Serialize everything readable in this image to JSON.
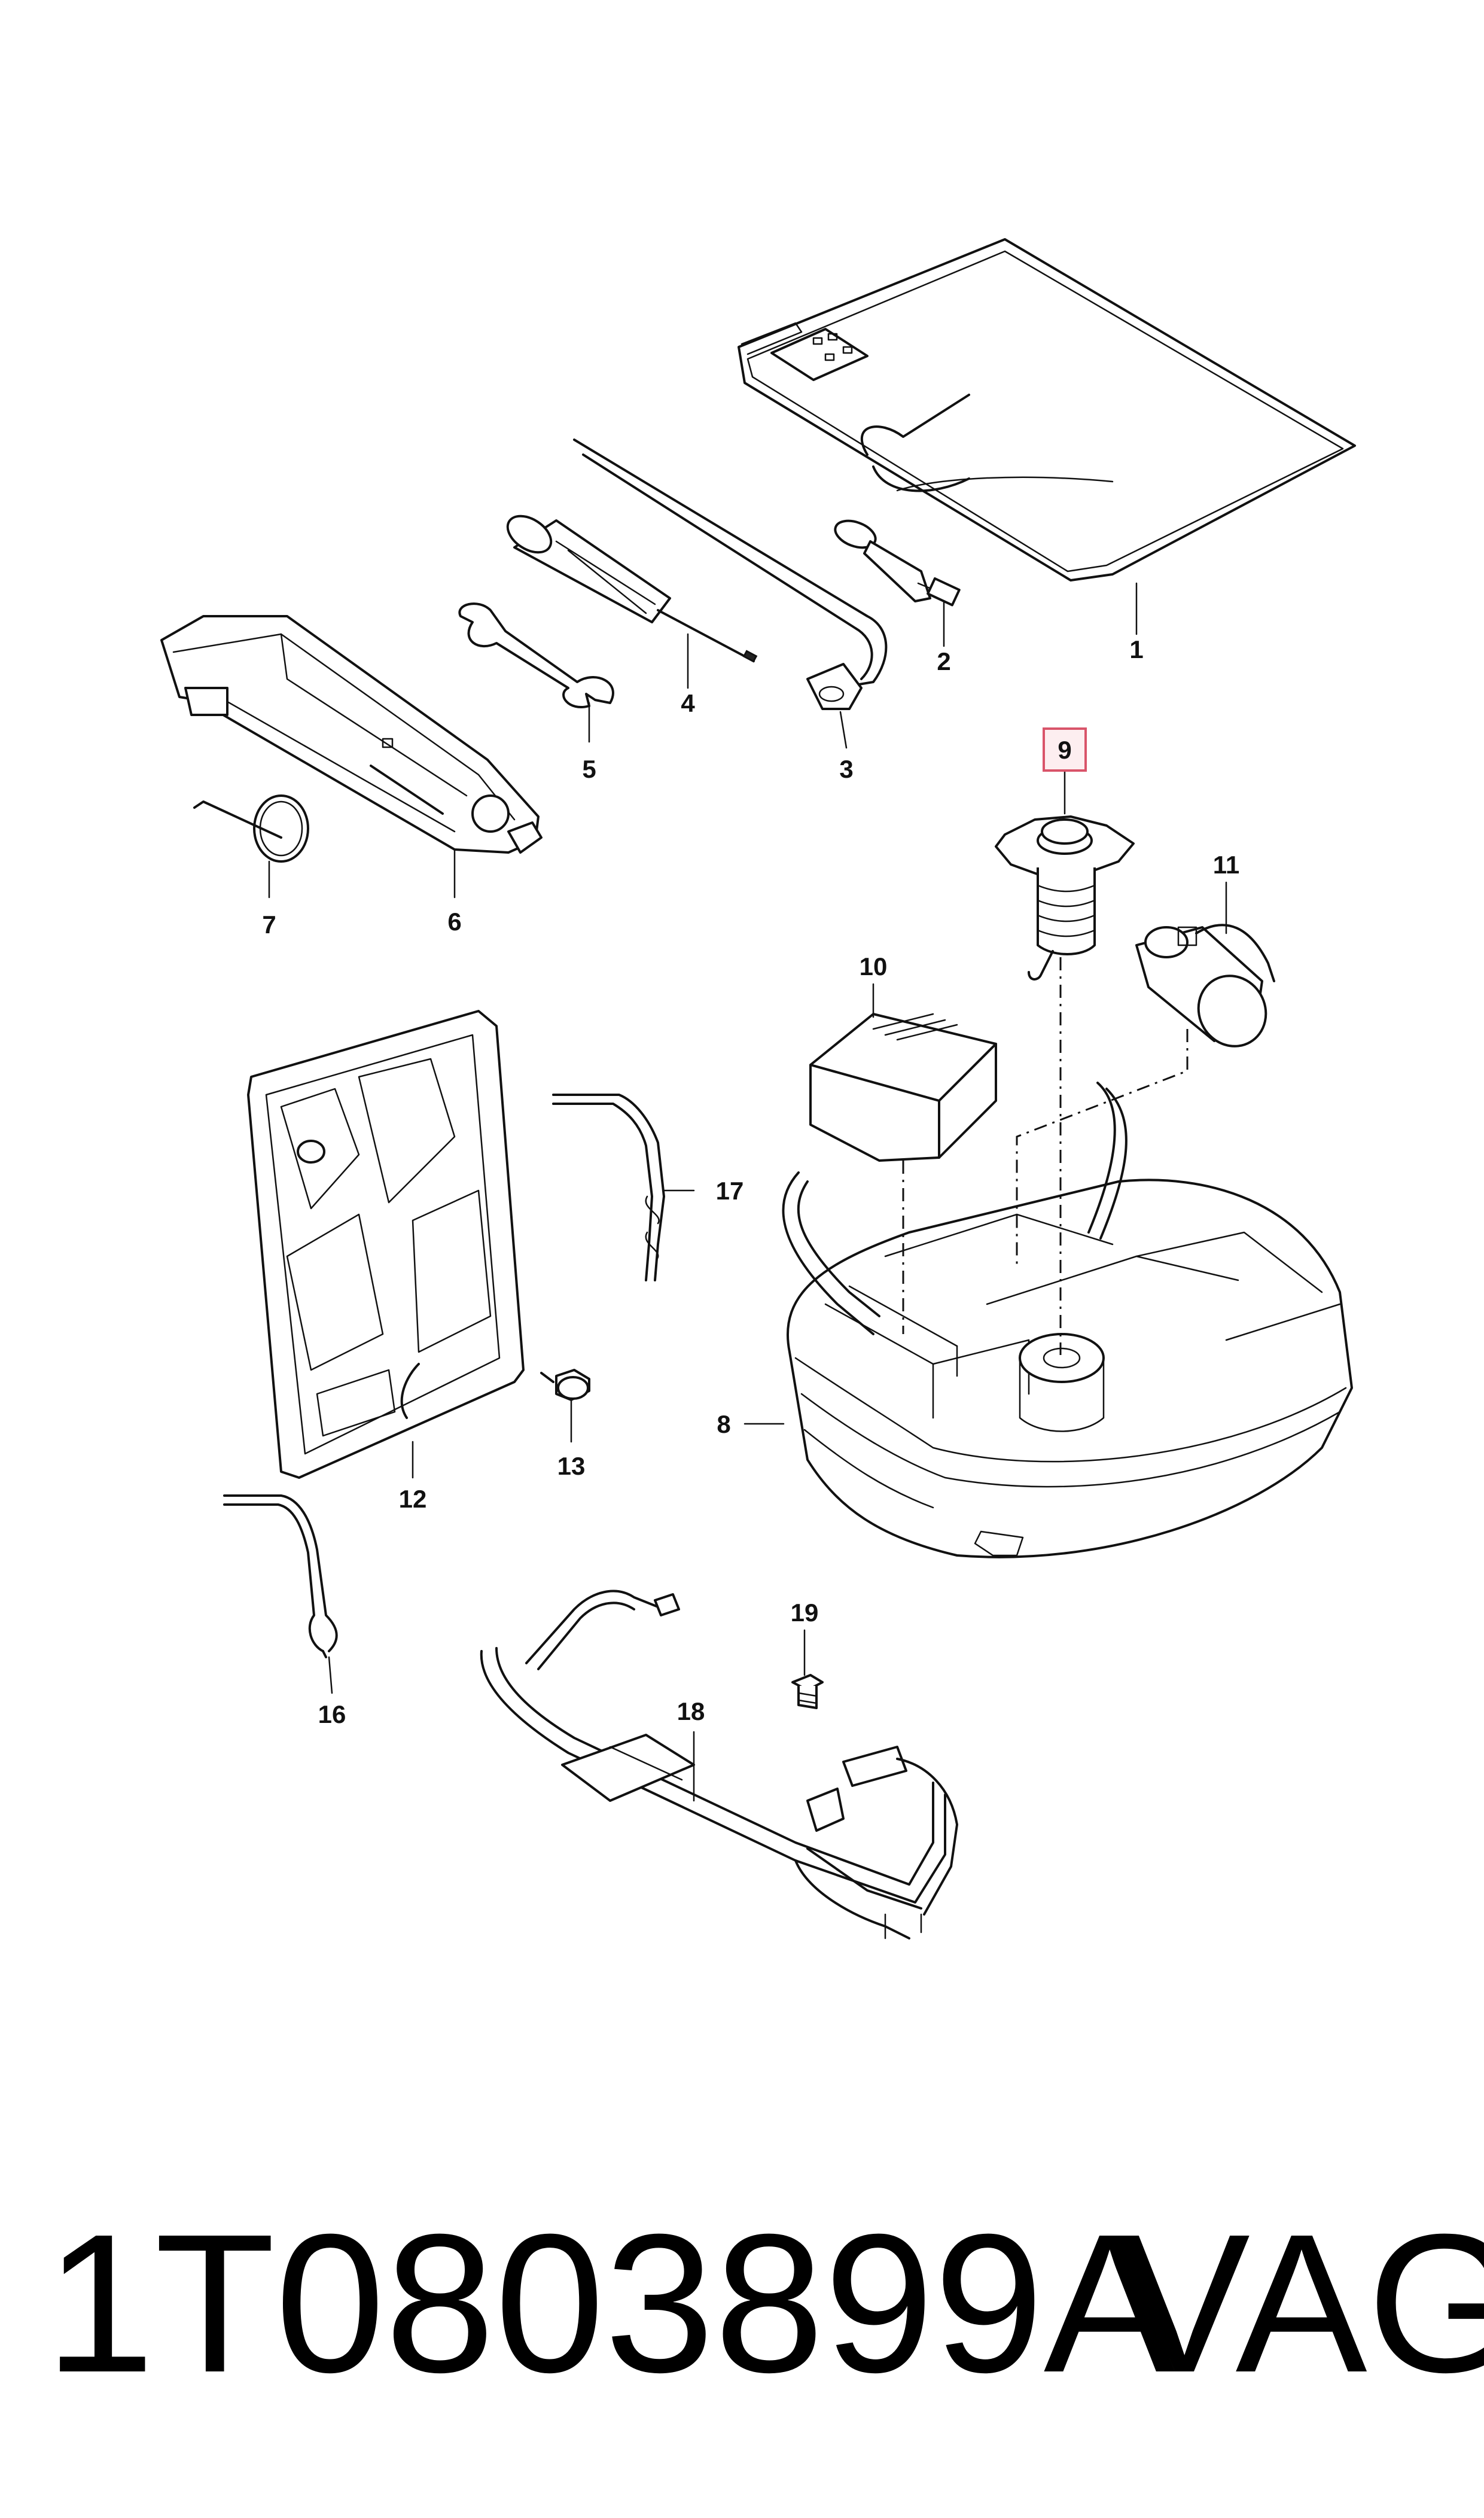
{
  "diagram": {
    "callouts": [
      {
        "id": "1",
        "label": "1"
      },
      {
        "id": "2",
        "label": "2"
      },
      {
        "id": "3",
        "label": "3"
      },
      {
        "id": "4",
        "label": "4"
      },
      {
        "id": "5",
        "label": "5"
      },
      {
        "id": "6",
        "label": "6"
      },
      {
        "id": "7",
        "label": "7"
      },
      {
        "id": "8",
        "label": "8"
      },
      {
        "id": "9",
        "label": "9",
        "highlighted": true
      },
      {
        "id": "10",
        "label": "10"
      },
      {
        "id": "11",
        "label": "11"
      },
      {
        "id": "12",
        "label": "12"
      },
      {
        "id": "13",
        "label": "13"
      },
      {
        "id": "16",
        "label": "16"
      },
      {
        "id": "17",
        "label": "17"
      },
      {
        "id": "18",
        "label": "18"
      },
      {
        "id": "19",
        "label": "19"
      }
    ],
    "highlight_color": "#d9546a"
  },
  "footer": {
    "part_number": "1T0803899A",
    "brand": "VAG"
  }
}
